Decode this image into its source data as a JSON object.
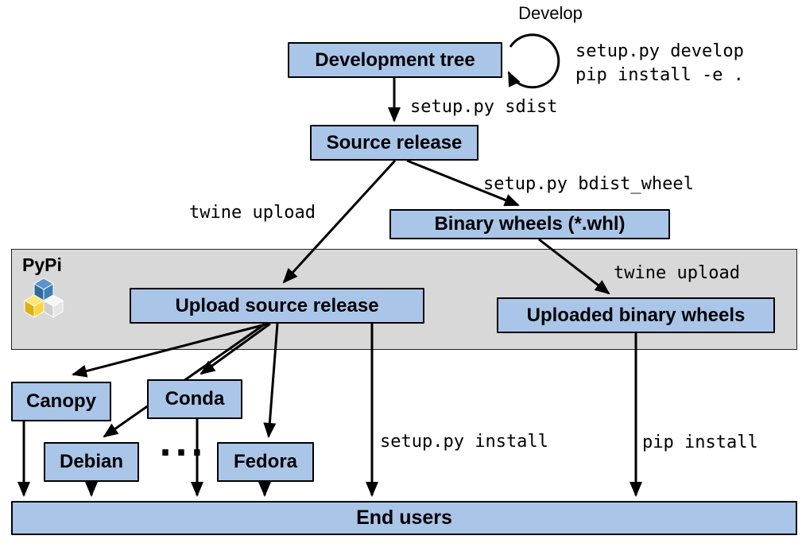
{
  "regions": {
    "pypi": "PyPi"
  },
  "nodes": {
    "development_tree": "Development tree",
    "source_release": "Source release",
    "binary_wheels": "Binary wheels (*.whl)",
    "upload_source_release": "Upload source release",
    "uploaded_binary_wheels": "Uploaded binary wheels",
    "canopy": "Canopy",
    "conda": "Conda",
    "debian": "Debian",
    "fedora": "Fedora",
    "end_users": "End users"
  },
  "labels": {
    "develop": "Develop",
    "develop_cmd1": "setup.py develop",
    "develop_cmd2": "pip install -e .",
    "sdist": "setup.py sdist",
    "twine_upload_source": "twine upload",
    "bdist_wheel": "setup.py bdist_wheel",
    "twine_upload_wheels": "twine upload",
    "setup_install": "setup.py install",
    "pip_install": "pip install",
    "dots": "..."
  },
  "colors": {
    "node_fill": "#a9c6e8",
    "band_fill": "#d8d8d8",
    "arrow": "#000000",
    "pypi_blue": "#306998",
    "pypi_light_blue": "#5a94c8",
    "pypi_yellow": "#ffd43b"
  }
}
